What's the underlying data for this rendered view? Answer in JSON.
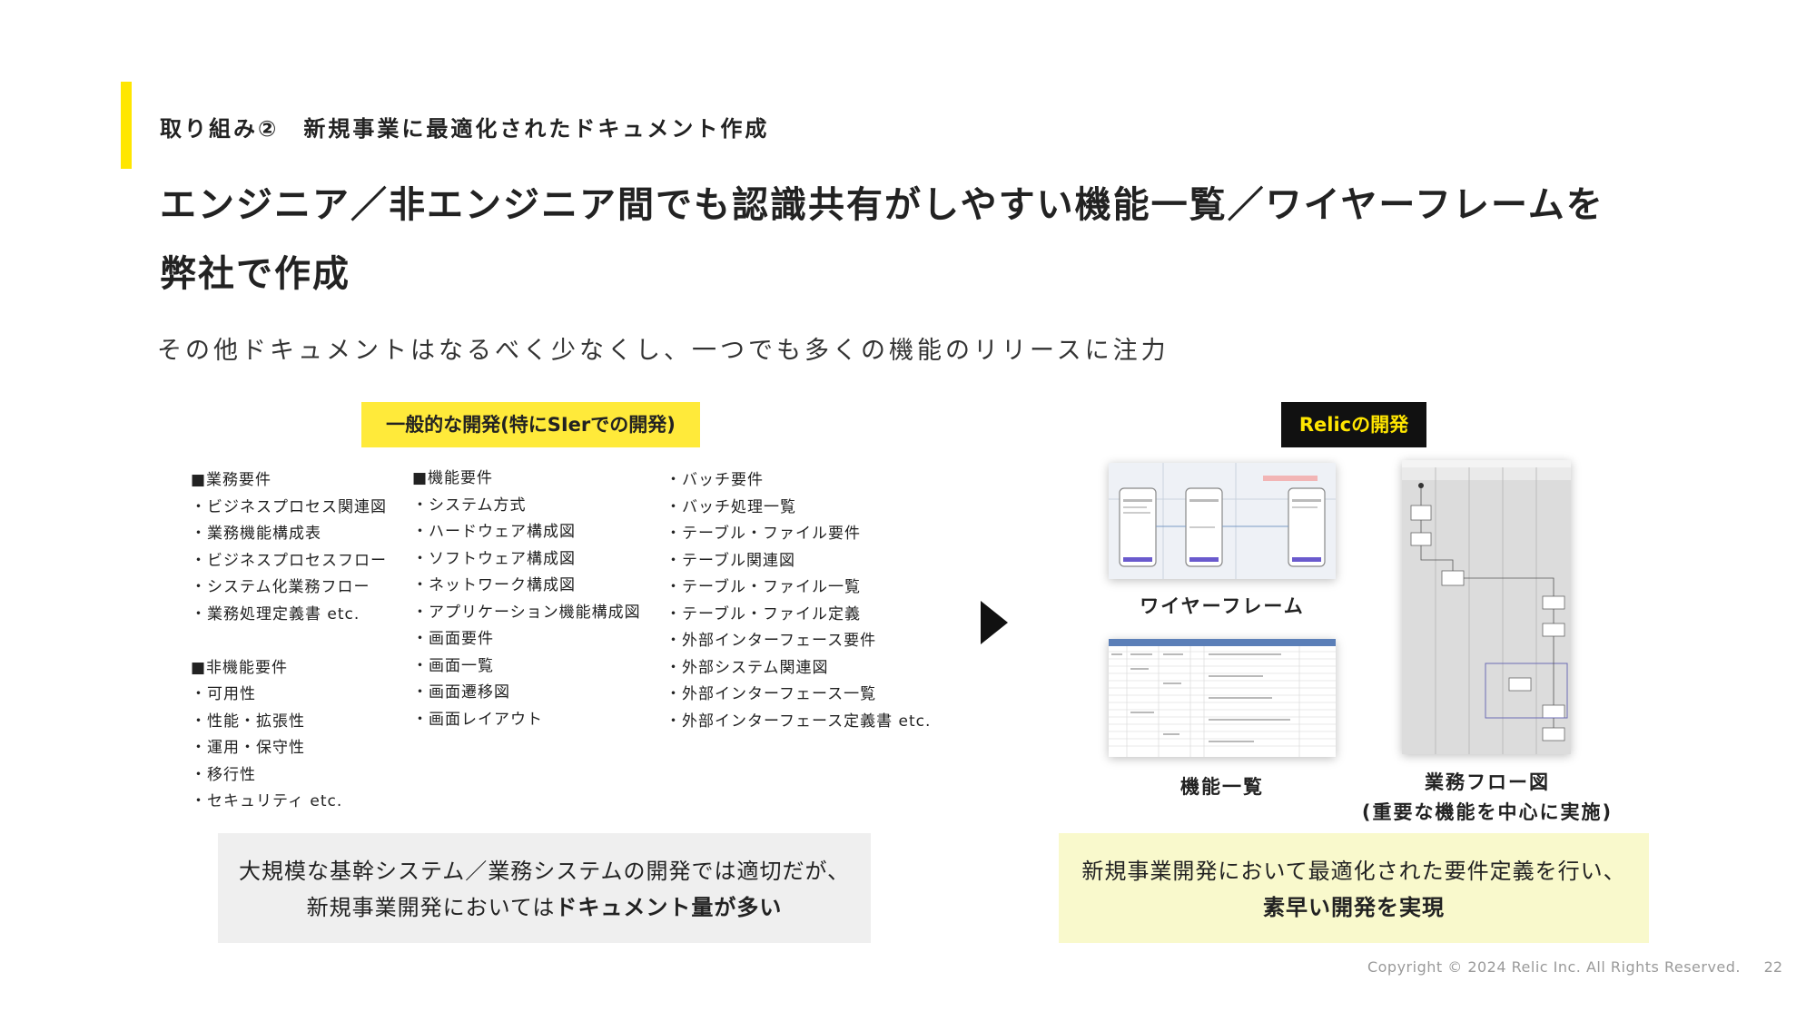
{
  "section_label": "取り組み②　新規事業に最適化されたドキュメント作成",
  "headline": {
    "line1": "エンジニア／非エンジニア間でも認識共有がしやすい機能一覧／ワイヤーフレームを",
    "line2": "弊社で作成"
  },
  "subhead": "その他ドキュメントはなるべく少なくし、一つでも多くの機能のリリースに注力",
  "left_tag": "一般的な開発(特にSIerでの開発)",
  "right_tag": "Relicの開発",
  "col1": {
    "group1_title": "■業務要件",
    "group1_items": [
      "・ビジネスプロセス関連図",
      "・業務機能構成表",
      "・ビジネスプロセスフロー",
      "・システム化業務フロー",
      "・業務処理定義書 etc."
    ],
    "group2_title": "■非機能要件",
    "group2_items": [
      "・可用性",
      "・性能・拡張性",
      "・運用・保守性",
      "・移行性",
      "・セキュリティ etc."
    ]
  },
  "col2": {
    "title": "■機能要件",
    "items": [
      "・システム方式",
      "・ハードウェア構成図",
      "・ソフトウェア構成図",
      "・ネットワーク構成図",
      "・アプリケーション機能構成図",
      "・画面要件",
      "・画面一覧",
      "・画面遷移図",
      "・画面レイアウト"
    ]
  },
  "col3": {
    "items": [
      "・バッチ要件",
      "・バッチ処理一覧",
      "・テーブル・ファイル要件",
      "・テーブル関連図",
      "・テーブル・ファイル一覧",
      "・テーブル・ファイル定義",
      "・外部インターフェース要件",
      "・外部システム関連図",
      "・外部インターフェース一覧",
      "・外部インターフェース定義書 etc."
    ]
  },
  "captions": {
    "wireframe": "ワイヤーフレーム",
    "function_list": "機能一覧",
    "flow_line1": "業務フロー図",
    "flow_line2": "(重要な機能を中心に実施)"
  },
  "left_box": {
    "line1": "大規模な基幹システム／業務システムの開発では適切だが、",
    "line2_normal": "新規事業開発においては",
    "line2_bold": "ドキュメント量が多い"
  },
  "right_box": {
    "line1": "新規事業開発において最適化された要件定義を行い、",
    "line2_bold": "素早い開発を実現"
  },
  "footer": "Copyright © 2024 Relic Inc. All Rights Reserved.",
  "page_number": "22",
  "colors": {
    "accent": "#ffe600",
    "tag_yellow": "#ffea3a",
    "tag_black": "#111111",
    "box_gray": "#efefef",
    "box_yellow": "#f9f9cc"
  }
}
